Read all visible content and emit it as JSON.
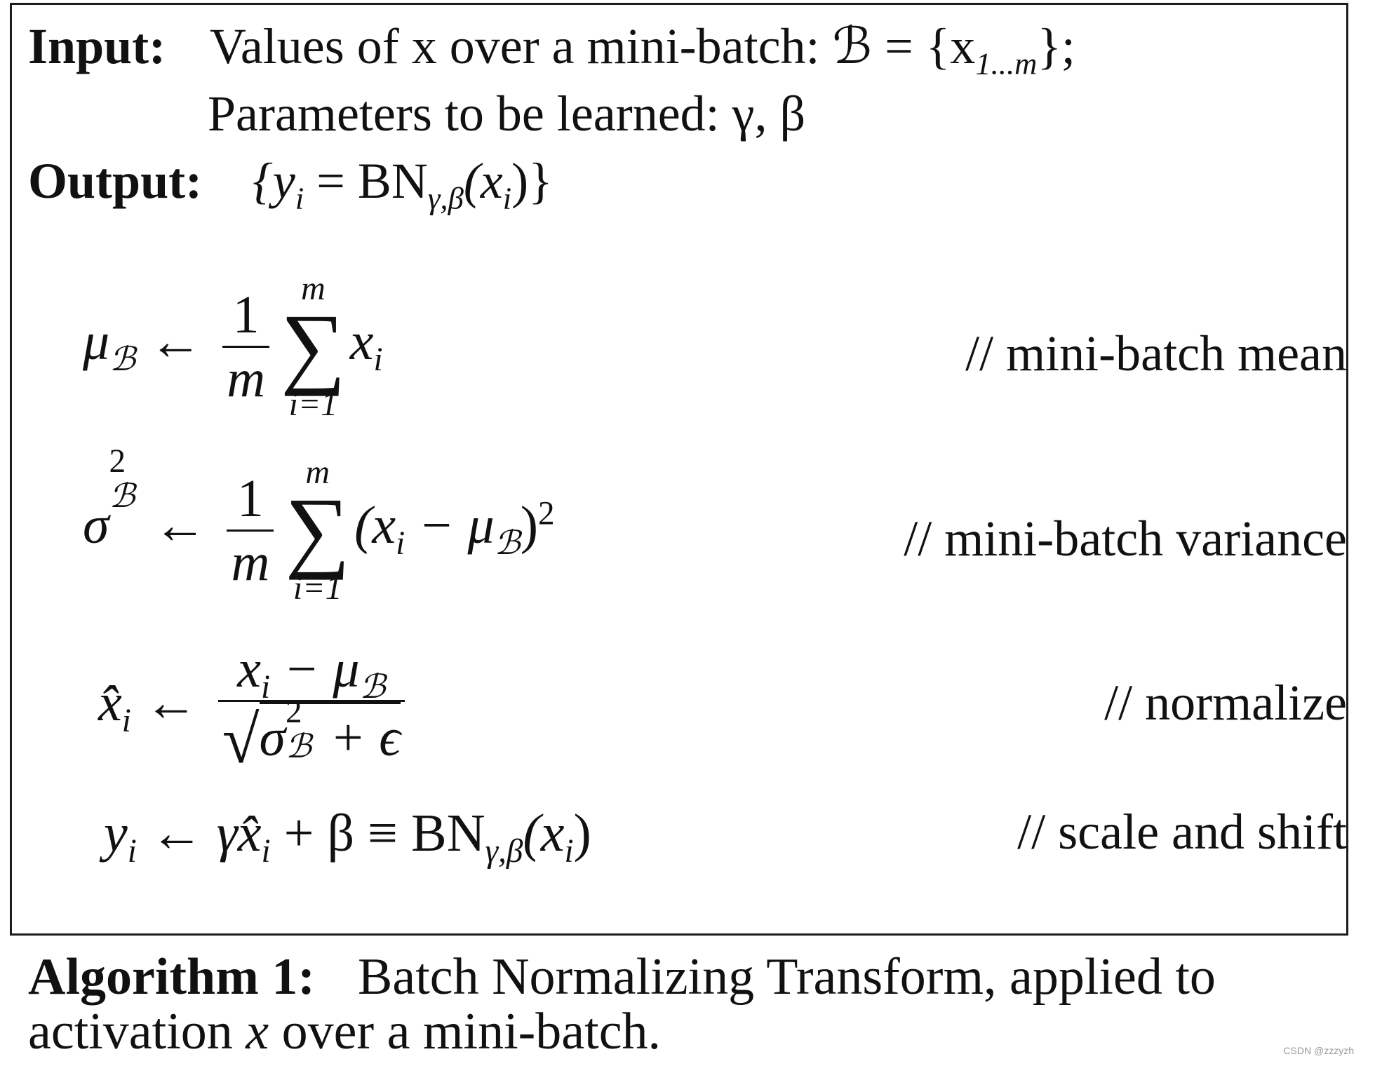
{
  "algorithm": {
    "input_label": "Input:",
    "input_text": "Values of x over a mini-batch: ℬ = {x",
    "input_sub": "1...m",
    "input_tail": "};",
    "params_text": "Parameters to be learned: γ, β",
    "output_label": "Output:",
    "output_prefix": "{y",
    "output_sub_i": "i",
    "output_mid": " = BN",
    "output_bn_sub": "γ,β",
    "output_tail": "(x",
    "output_tail_sub": "i",
    "output_end": ")}",
    "steps": [
      {
        "lhs": "μ",
        "lhs_sub": "ℬ",
        "arrow": " ← ",
        "frac_num": "1",
        "frac_den": "m",
        "sum_top": "m",
        "sum_bottom": "i=1",
        "rhs": "x",
        "rhs_sub": "i",
        "comment": "// mini-batch mean"
      },
      {
        "lhs": "σ",
        "lhs_sup": "2",
        "lhs_sub": "ℬ",
        "arrow": " ← ",
        "frac_num": "1",
        "frac_den": "m",
        "sum_top": "m",
        "sum_bottom": "i=1",
        "rhs_open": "(x",
        "rhs_sub": "i",
        "rhs_mid": " − μ",
        "rhs_mid_sub": "ℬ",
        "rhs_close": ")",
        "rhs_sup": "2",
        "comment": "// mini-batch variance"
      },
      {
        "lhs": "x̂",
        "lhs_sub": "i",
        "arrow": " ← ",
        "num": "x",
        "num_sub": "i",
        "num_mid": " − μ",
        "num_mid_sub": "ℬ",
        "den_sigma": "σ",
        "den_sup": "2",
        "den_sub": "ℬ",
        "den_tail": " + ϵ",
        "comment": "// normalize"
      },
      {
        "lhs": "y",
        "lhs_sub": "i",
        "arrow": " ← ",
        "rhs": "γx̂",
        "rhs_sub": "i",
        "rhs_mid": " + β ≡ BN",
        "rhs_bn_sub": "γ,β",
        "rhs_tail": "(x",
        "rhs_tail_sub": "i",
        "rhs_end": ")",
        "comment": "// scale and shift"
      }
    ]
  },
  "caption": {
    "label": "Algorithm 1:",
    "text_a": "Batch Normalizing Transform, applied to activation ",
    "var": "x",
    "text_b": " over a mini-batch."
  },
  "watermark": "CSDN @zzzyzh"
}
